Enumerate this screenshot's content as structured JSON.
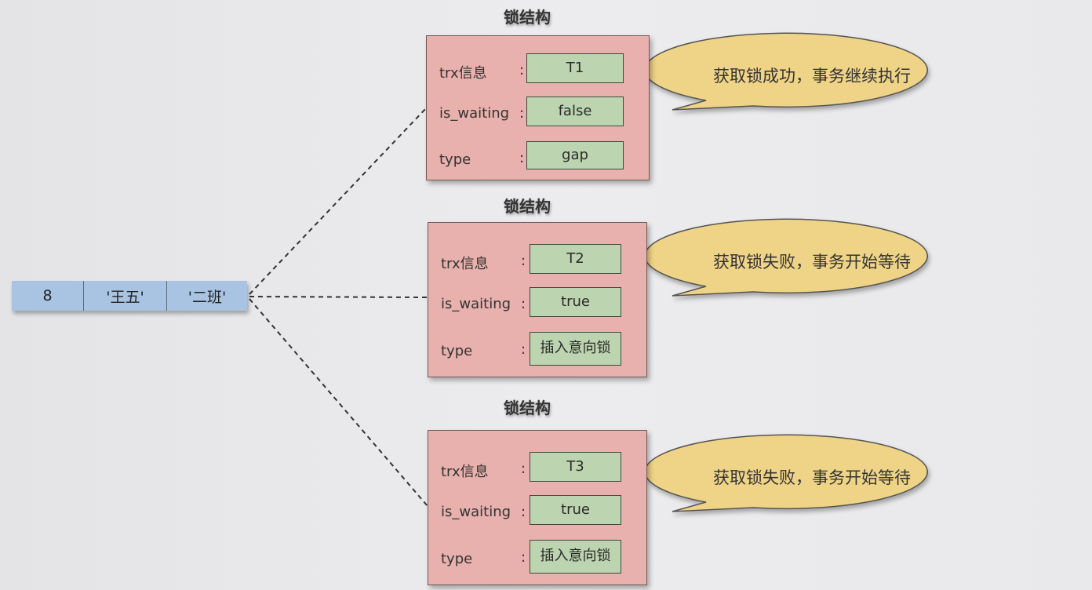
{
  "record": {
    "cells": [
      "8",
      "'王五'",
      "'二班'"
    ]
  },
  "locks": [
    {
      "title": "锁结构",
      "trx_label": "trx信息",
      "waiting_label": "is_waiting",
      "type_label": "type",
      "colon": ":",
      "trx": "T1",
      "is_waiting": "false",
      "type": "gap",
      "bubble": "获取锁成功，事务继续执行"
    },
    {
      "title": "锁结构",
      "trx_label": "trx信息",
      "waiting_label": "is_waiting",
      "type_label": "type",
      "colon": ":",
      "trx": "T2",
      "is_waiting": "true",
      "type": "插入意向锁",
      "bubble": "获取锁失败，事务开始等待"
    },
    {
      "title": "锁结构",
      "trx_label": "trx信息",
      "waiting_label": "is_waiting",
      "type_label": "type",
      "colon": ":",
      "trx": "T3",
      "is_waiting": "true",
      "type": "插入意向锁",
      "bubble": "获取锁失败，事务开始等待"
    }
  ],
  "colors": {
    "lock_bg": "#e8b1ad",
    "value_bg": "#bcd4b0",
    "record_bg": "#a8c4e2",
    "bubble_bg": "#efd386"
  }
}
